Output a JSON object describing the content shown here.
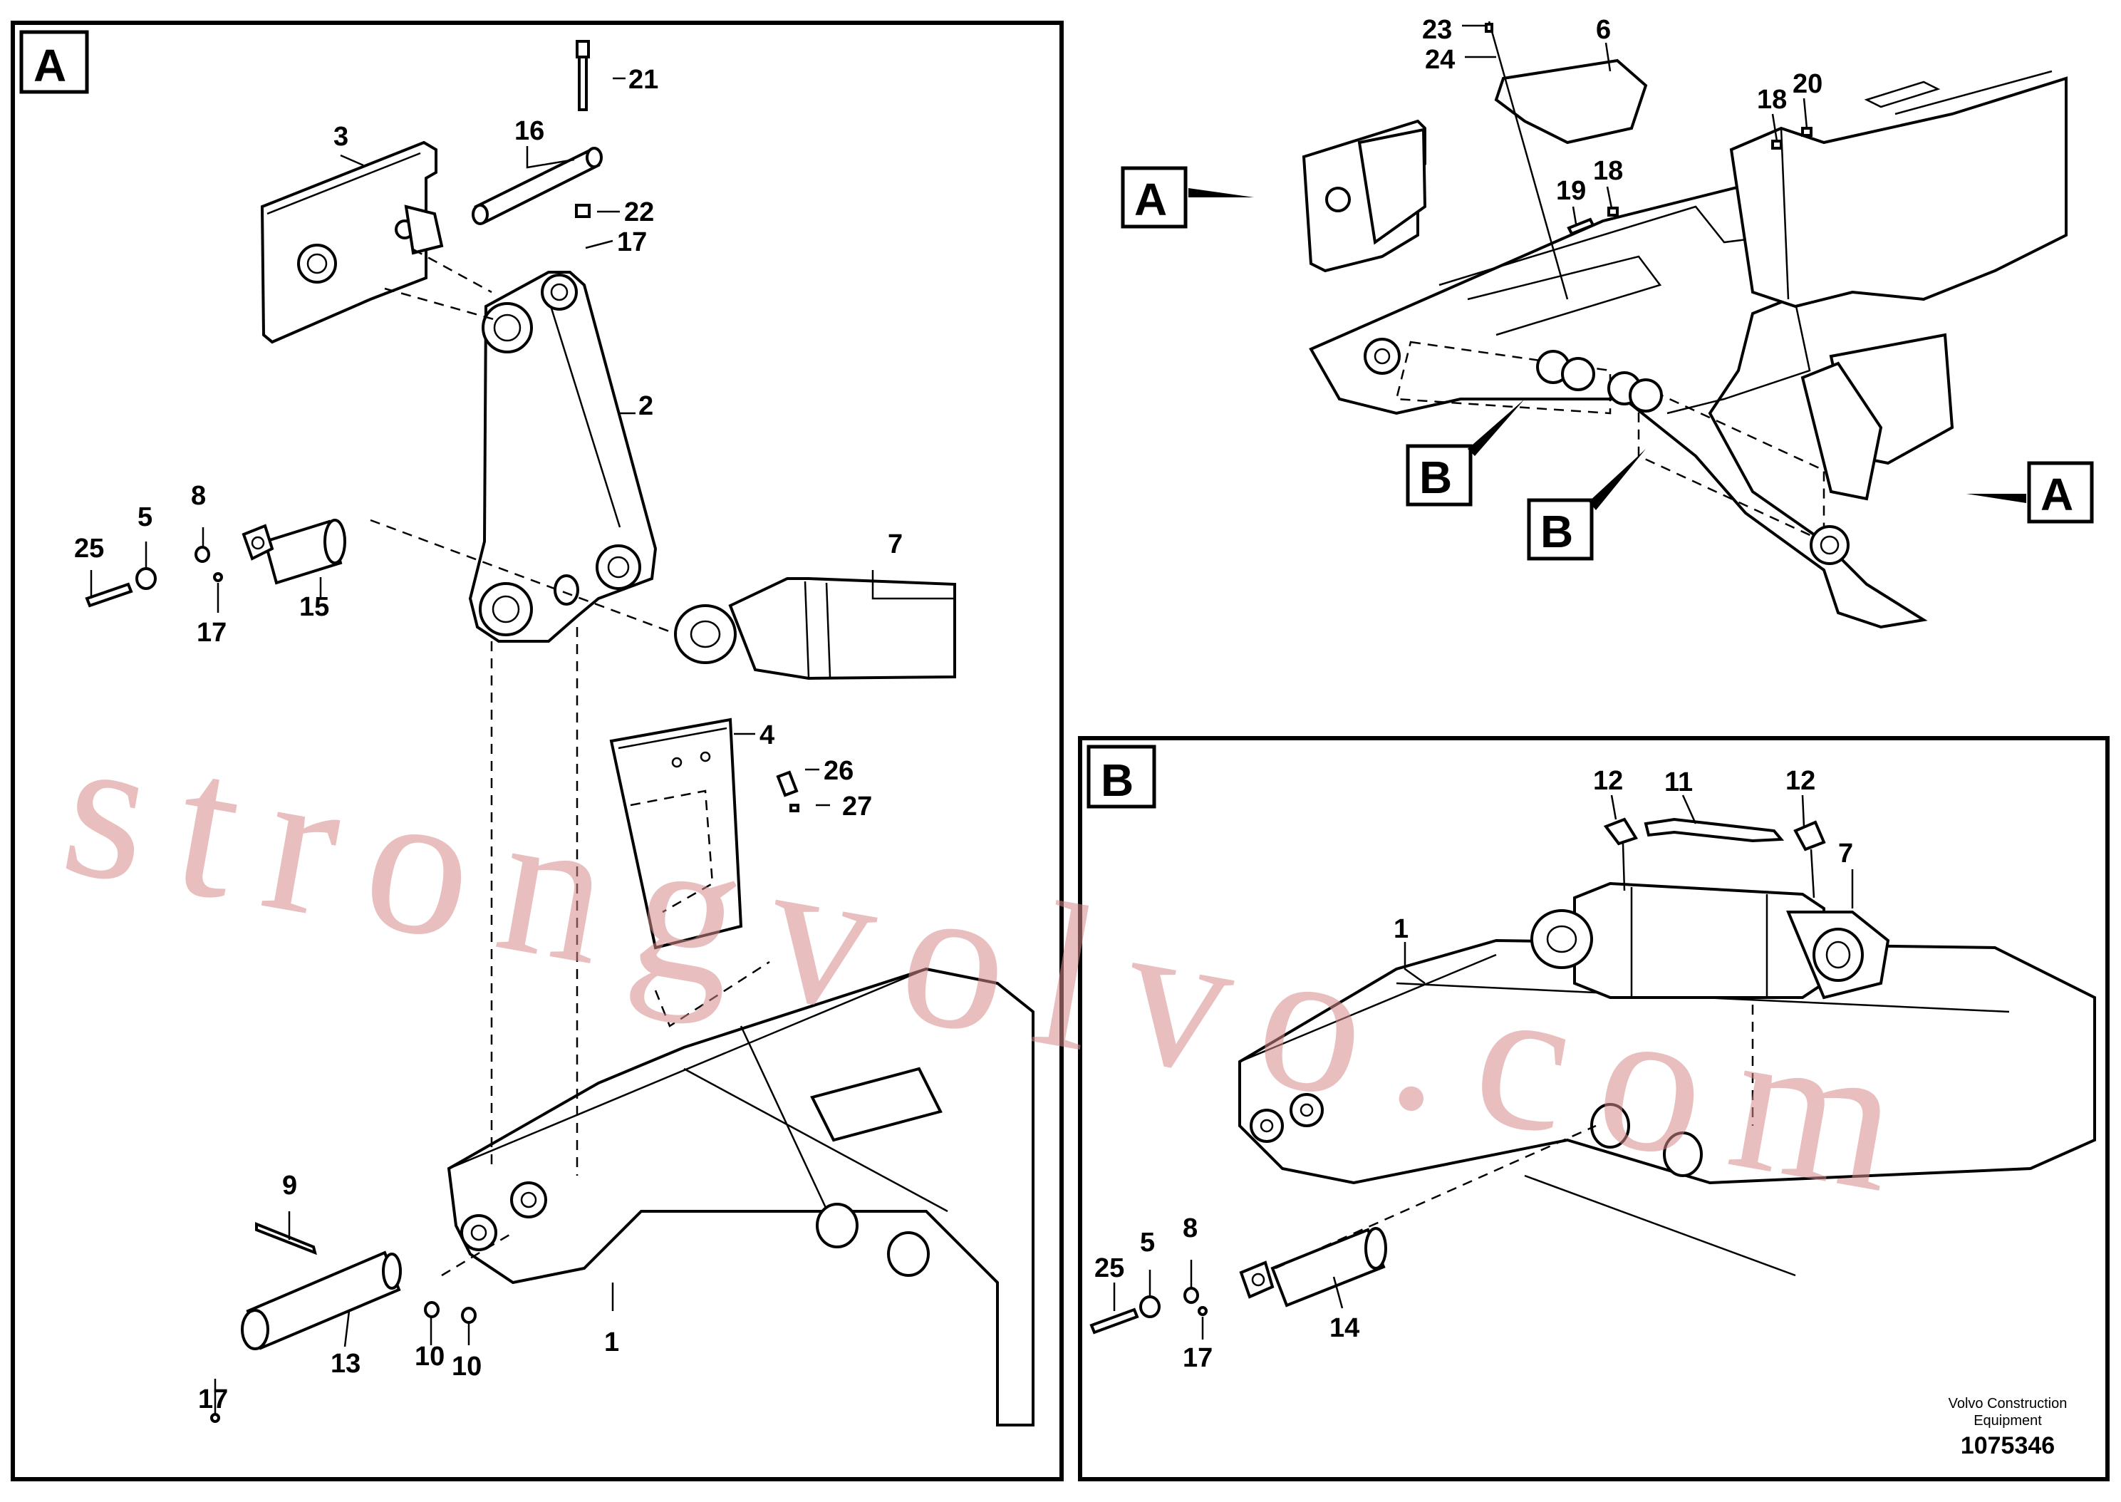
{
  "panels": {
    "a_label": "A",
    "b_label": "B",
    "overview_a_left": "A",
    "overview_a_right": "A",
    "overview_b_left": "B",
    "overview_b_right": "B"
  },
  "callouts_a": [
    "21",
    "3",
    "16",
    "22",
    "17",
    "2",
    "8",
    "5",
    "25",
    "17",
    "15",
    "7",
    "4",
    "26",
    "27",
    "9",
    "13",
    "10",
    "10",
    "17",
    "1"
  ],
  "callouts_overview": [
    "23",
    "24",
    "6",
    "18",
    "20",
    "19",
    "18"
  ],
  "callouts_b": [
    "12",
    "11",
    "12",
    "7",
    "1",
    "25",
    "5",
    "8",
    "17",
    "14"
  ],
  "watermark": "strongvolvo.com",
  "footer": {
    "company_line1": "Volvo Construction",
    "company_line2": "Equipment",
    "drawing_number": "1075346"
  }
}
